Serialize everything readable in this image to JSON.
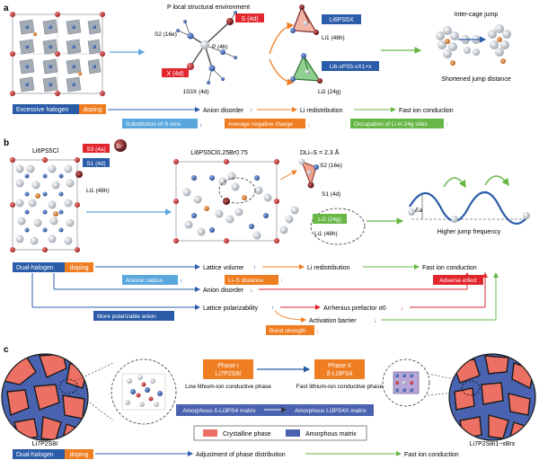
{
  "panel_a": {
    "label": "a",
    "p_local_title": "P local structural environment",
    "s2_label": "S2 (16e)",
    "s4d_tag": "S (4d)",
    "p4b_label": "P (4b)",
    "x4d_tag": "X (4d)",
    "s3x_label": "1S3X (4d)",
    "li6ps5x_tag": "Li6PS5X",
    "li1_label": "Li1 (48h)",
    "li_rich_tag": "Li6-xPS5-xX1+x",
    "li2_label": "Li2 (24g)",
    "intercage_label": "Inter-cage jump",
    "shortened_label": "Shortened jump distance",
    "excessive_halogen": "Excessive halogen",
    "doping": "doping",
    "anion_disorder": "Anion disorder",
    "li_redistribution": "Li redistribution",
    "fast_ion": "Fast ion conduction",
    "substitution": "Substitution of S ions",
    "avg_neg_charge": "Average negative charge",
    "occupation": "Occupation of Li in 24g sites",
    "up": "↑",
    "down": "↓"
  },
  "panel_b": {
    "label": "b",
    "li6ps5cl": "Li6PS5Cl",
    "s3_tag": "S3 (4a)",
    "br_tag": "Br⁻",
    "s1_tag": "S1 (4d)",
    "li1_label": "Li1 (48h)",
    "mixed_formula": "Li6PS5Cl0.25Br0.75",
    "d_label": "DLi–S = 2.3 Å",
    "s2_label": "S2 (16e)",
    "s1_label": "S1 (4d)",
    "li2_tag": "Li2 (24g)",
    "li1_label2": "Li1 (48h)",
    "ea_label": "Ea",
    "higher_jump": "Higher jump frequency",
    "dual_halogen": "Dual-halogen",
    "doping": "doping",
    "lattice_volume": "Lattice volume",
    "li_redistribution": "Li redistribution",
    "fast_ion": "Fast ion conduction",
    "anionic_radius": "Anionic radius",
    "li_s_distance": "Li–S distance",
    "adverse_effect": "Adverse effect",
    "anion_disorder": "Anion disorder",
    "more_polarizable": "More polarizable anion",
    "lattice_polarizability": "Lattice polarizability",
    "arrhenius": "Arrhenius prefactor σ0",
    "activation_barrier": "Activation barrier",
    "bond_strength": "Bond strength",
    "up": "↑",
    "down": "↓"
  },
  "panel_c": {
    "label": "c",
    "phase1": "Phase I",
    "phase1_formula": "Li7P2S8I",
    "phase2": "Phase II",
    "phase2_formula": "δ-Li3PS4",
    "low_li": "Low lithium-ion conductive phase",
    "fast_li": "Fast lithium-ion conductive phase",
    "amorphous_matrix_from": "Amorphous δ-Li3PS4 matrix",
    "amorphous_matrix_to": "Amorphous Li3PS4X matrix",
    "crystalline_legend": "Crystalline phase",
    "amorphous_legend": "Amorphous matrix",
    "left_formula": "Li7P2S8I",
    "right_formula": "Li7P2S8I1−xBrx",
    "dual_halogen": "Dual-halogen",
    "doping": "doping",
    "adjustment": "Adjustment of phase distribution",
    "fast_ion": "Fast ion conduction"
  },
  "colors": {
    "blue": "#2b5ca8",
    "orange": "#ef7d22",
    "light_blue": "#5aa7dd",
    "green": "#67b646",
    "red": "#e2262e",
    "amorphous": "#4a63b0",
    "crystalline": "#ec7063"
  }
}
